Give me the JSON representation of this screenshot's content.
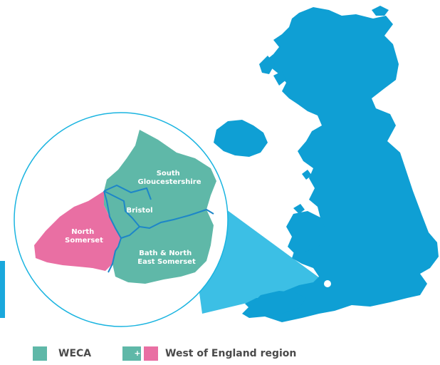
{
  "colors": {
    "uk_map": "#0f9fd4",
    "weca_teal": "#5fb8a8",
    "north_somerset_pink": "#e96fa3",
    "boundary_blue": "#1d86c8",
    "callout_cyan": "#1ab4e0"
  },
  "regions": {
    "south_gloucestershire": [
      "South",
      "Gloucestershire"
    ],
    "bristol": "Bristol",
    "north_somerset": [
      "North",
      "Somerset"
    ],
    "bath_ne_somerset": [
      "Bath & North",
      "East Somerset"
    ]
  },
  "legend": {
    "weca_label": "WECA",
    "region_label": "West of England region",
    "plus": "+"
  }
}
